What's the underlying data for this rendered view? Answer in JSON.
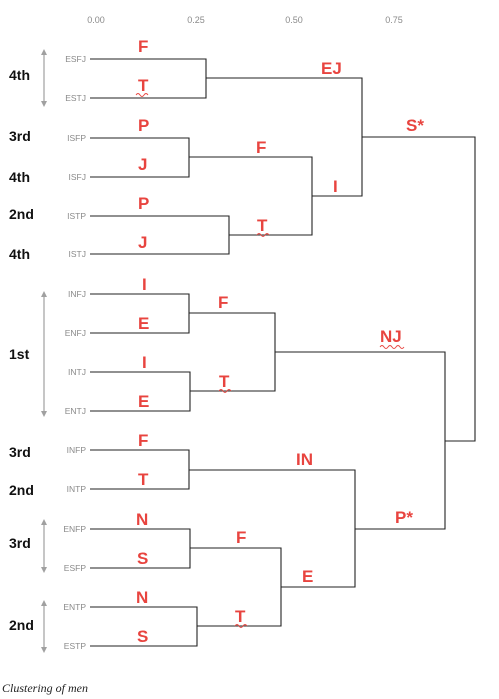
{
  "axis_ticks": [
    "0.00",
    "0.25",
    "0.50",
    "0.75"
  ],
  "leaves": [
    "ESFJ",
    "ESTJ",
    "ISFP",
    "ISFJ",
    "ISTP",
    "ISTJ",
    "INFJ",
    "ENFJ",
    "INTJ",
    "ENTJ",
    "INFP",
    "INTP",
    "ENFP",
    "ESFP",
    "ENTP",
    "ESTP"
  ],
  "rank_labels": [
    "4th",
    "3rd",
    "4th",
    "2nd",
    "4th",
    "1st",
    "3rd",
    "2nd",
    "3rd",
    "2nd"
  ],
  "trait_letters": [
    "F",
    "T",
    "P",
    "J",
    "P",
    "J",
    "I",
    "E",
    "I",
    "E",
    "F",
    "T",
    "N",
    "S",
    "N",
    "S"
  ],
  "branch_labels": [
    "EJ",
    "S*",
    "F",
    "I",
    "T",
    "F",
    "NJ",
    "T",
    "IN",
    "P*",
    "F",
    "E",
    "T"
  ],
  "caption": "Clustering of men",
  "colors": {
    "accent_red": "#e8443f",
    "line": "#222222",
    "muted_text": "#8a8a8a"
  }
}
